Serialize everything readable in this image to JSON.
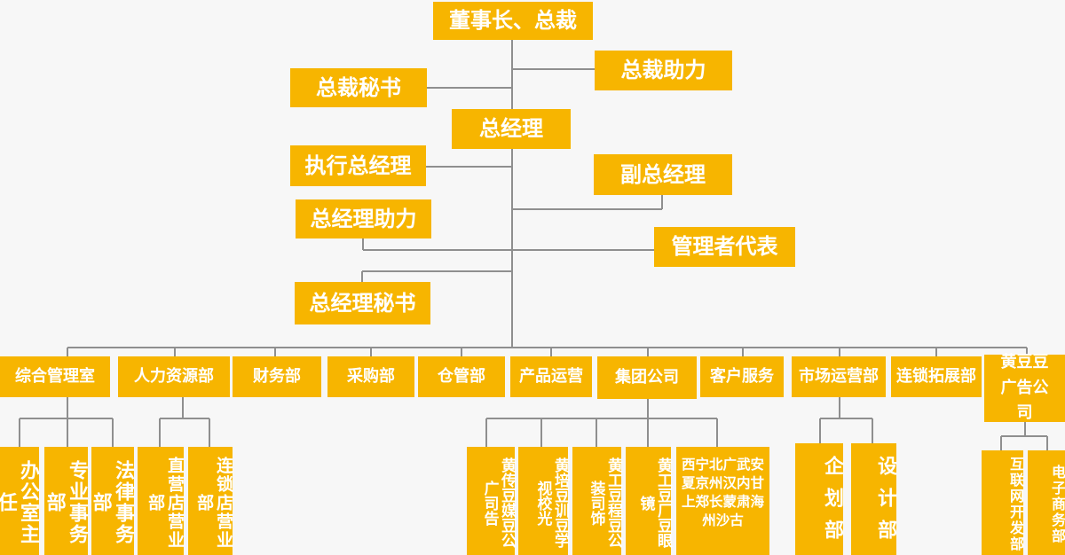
{
  "top": {
    "chairman": "董事长、总裁",
    "president_secretary": "总裁秘书",
    "president_assistant": "总裁助力",
    "general_manager": "总经理",
    "executive_gm": "执行总经理",
    "deputy_gm": "副总经理",
    "gm_assistant": "总经理助力",
    "management_rep": "管理者代表",
    "gm_secretary": "总经理秘书"
  },
  "departments": [
    "综合管理室",
    "人力资源部",
    "财务部",
    "采购部",
    "仓管部",
    "产品运营",
    "集团公司",
    "客户服务",
    "市场运营部",
    "连锁拓展部",
    "黄豆豆广告公司"
  ],
  "sub": {
    "office_director": "办公室主任",
    "professional_affairs": "专业事务部",
    "legal_affairs": "法律事务部",
    "direct_store": "直营店营业部",
    "chain_store": "连锁店营业部",
    "media_ad": "黄传豆媒豆公广司告",
    "training_school": "黄培豆训豆学视校光",
    "decoration": "黄工豆程豆公装司饰",
    "eyewear_factory": "黄工豆厂豆眼镜",
    "cities": "西宁北广武安夏京州汉内甘上郑长蒙肃海州沙古",
    "planning": "企划部",
    "design": "设计部",
    "internet_dev": "互联网开发部",
    "ecommerce": "电子商务部"
  }
}
